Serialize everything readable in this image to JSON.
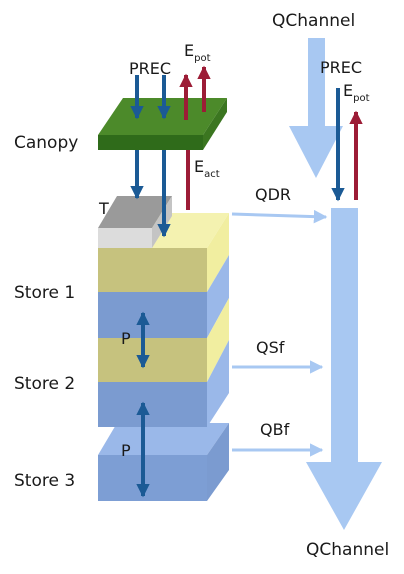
{
  "labels": {
    "qchannel_top": "QChannel",
    "qchannel_bottom": "QChannel",
    "prec_left": "PREC",
    "prec_right": "PREC",
    "e_left_base": "E",
    "e_left_sub": "pot",
    "e_right_base": "E",
    "e_right_sub": "pot",
    "e_act_base": "E",
    "e_act_sub": "act",
    "canopy": "Canopy",
    "t": "T",
    "qdr": "QDR",
    "store1": "Store 1",
    "store2": "Store 2",
    "store3": "Store 3",
    "p1": "P",
    "p2": "P",
    "qsf": "QSf",
    "qbf": "QBf"
  },
  "colors": {
    "blue_arrow": "#1b5a95",
    "red_arrow": "#9c1c36",
    "channel": "#a8c8f2",
    "canopy_top": "#4c8a2a",
    "canopy_front": "#2f6b1a",
    "yellow": "#c6c27e",
    "yellow_light": "#f1eea0",
    "blue_band": "#7b9bd0",
    "blue_band_light": "#9ab8e9"
  }
}
